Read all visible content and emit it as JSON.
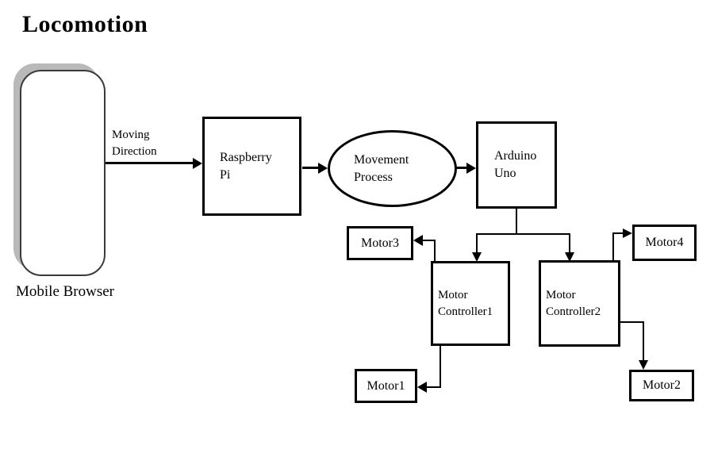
{
  "title": "Locomotion",
  "colors": {
    "line": "#000000",
    "shadow": "#b9b9b9",
    "background": "#ffffff"
  },
  "nodes": {
    "mobile_browser": {
      "label": "Mobile Browser"
    },
    "raspberry_pi": {
      "line1": "Raspberry",
      "line2": "Pi"
    },
    "movement_process": {
      "line1": "Movement",
      "line2": "Process"
    },
    "arduino_uno": {
      "line1": "Arduino",
      "line2": "Uno"
    },
    "motor_controller1": {
      "line1": "Motor",
      "line2": "Controller1"
    },
    "motor_controller2": {
      "line1": "Motor",
      "line2": "Controller2"
    },
    "motor1": {
      "label": "Motor1"
    },
    "motor2": {
      "label": "Motor2"
    },
    "motor3": {
      "label": "Motor3"
    },
    "motor4": {
      "label": "Motor4"
    }
  },
  "edges": {
    "moving_direction": {
      "line1": "Moving",
      "line2": "Direction"
    }
  }
}
